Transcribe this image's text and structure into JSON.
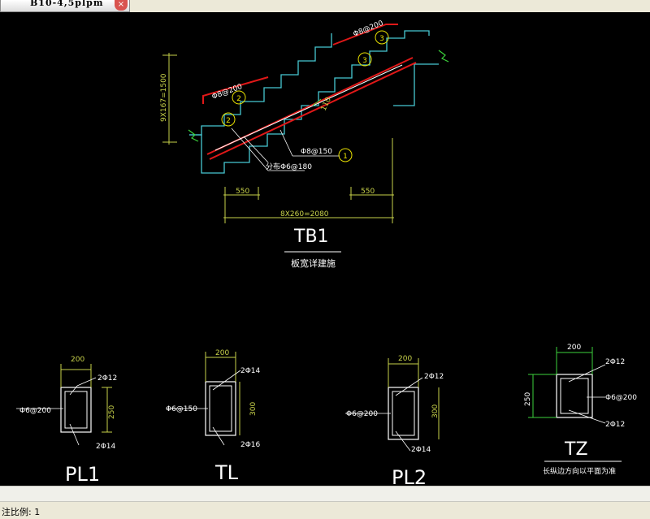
{
  "tab": {
    "label": "B10-4,5plpm",
    "close_glyph": "×"
  },
  "drawing": {
    "stair": {
      "title": "TB1",
      "subtitle": "板宽详建施",
      "height_dim": "9X167=1500",
      "thickness": "110",
      "left_dim": "550",
      "right_dim": "550",
      "span_dim": "8X260=2080",
      "rebar_top_left": "Φ8@200",
      "rebar_top_right": "Φ8@200",
      "rebar_bottom": "Φ8@150",
      "distribution": "分布Φ6@180",
      "marker_1": "1",
      "marker_2": "2",
      "marker_2b": "2",
      "marker_3": "3",
      "marker_3b": "3"
    },
    "sections": [
      {
        "name": "PL1",
        "width": "200",
        "height": "250",
        "stirrup": "Φ6@200",
        "top_bar": "2Φ12",
        "bottom_bar": "2Φ14"
      },
      {
        "name": "TL",
        "width": "200",
        "height": "300",
        "stirrup": "Φ6@150",
        "top_bar": "2Φ14",
        "bottom_bar": "2Φ16"
      },
      {
        "name": "PL2",
        "width": "200",
        "height": "300",
        "stirrup": "Φ6@200",
        "top_bar": "2Φ12",
        "bottom_bar": "2Φ14"
      },
      {
        "name": "TZ",
        "width": "200",
        "height": "250",
        "stirrup": "Φ6@200",
        "top_bar": "2Φ12",
        "bottom_bar": "2Φ12",
        "note": "长纵边方向以平面为准"
      }
    ]
  },
  "status": {
    "text": "注比例: 1"
  },
  "colors": {
    "canvas": "#000000",
    "stair_outline": "#46c8d2",
    "slab": "#e01818",
    "dim": "#c8d24a",
    "rebar": "#ffffff"
  }
}
